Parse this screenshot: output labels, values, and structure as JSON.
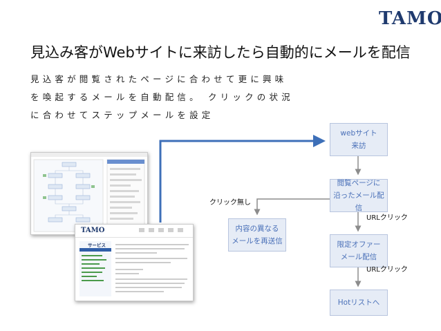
{
  "logo": {
    "text": "TAMO"
  },
  "title": "見込み客がWebサイトに来訪したら自動的にメールを配信",
  "description": [
    "見込客が閲覧されたページに合わせて更に興味",
    "を喚起するメールを自動配信。 クリックの状況",
    "に合わせてステップメールを設定"
  ],
  "flow": {
    "visit": [
      "webサイト",
      "来訪"
    ],
    "viewed_page": [
      "閲覧ページに",
      "沿ったメール配信"
    ],
    "resend": [
      "内容の異なる",
      "メールを再送信"
    ],
    "limited_offer": [
      "限定オファー",
      "メール配信"
    ],
    "hot_list": "Hotリストへ",
    "label_no_click": "クリック無し",
    "label_url_click_1": "URLクリック",
    "label_url_click_2": "URLクリック"
  },
  "screenshot": {
    "brand": "TAMO",
    "section": "サービス"
  },
  "colors": {
    "box_fill": "#e6ecf6",
    "box_text": "#4a70b8",
    "blue_arrow": "#3d6fb8",
    "gray_arrow": "#8c8c8c"
  }
}
